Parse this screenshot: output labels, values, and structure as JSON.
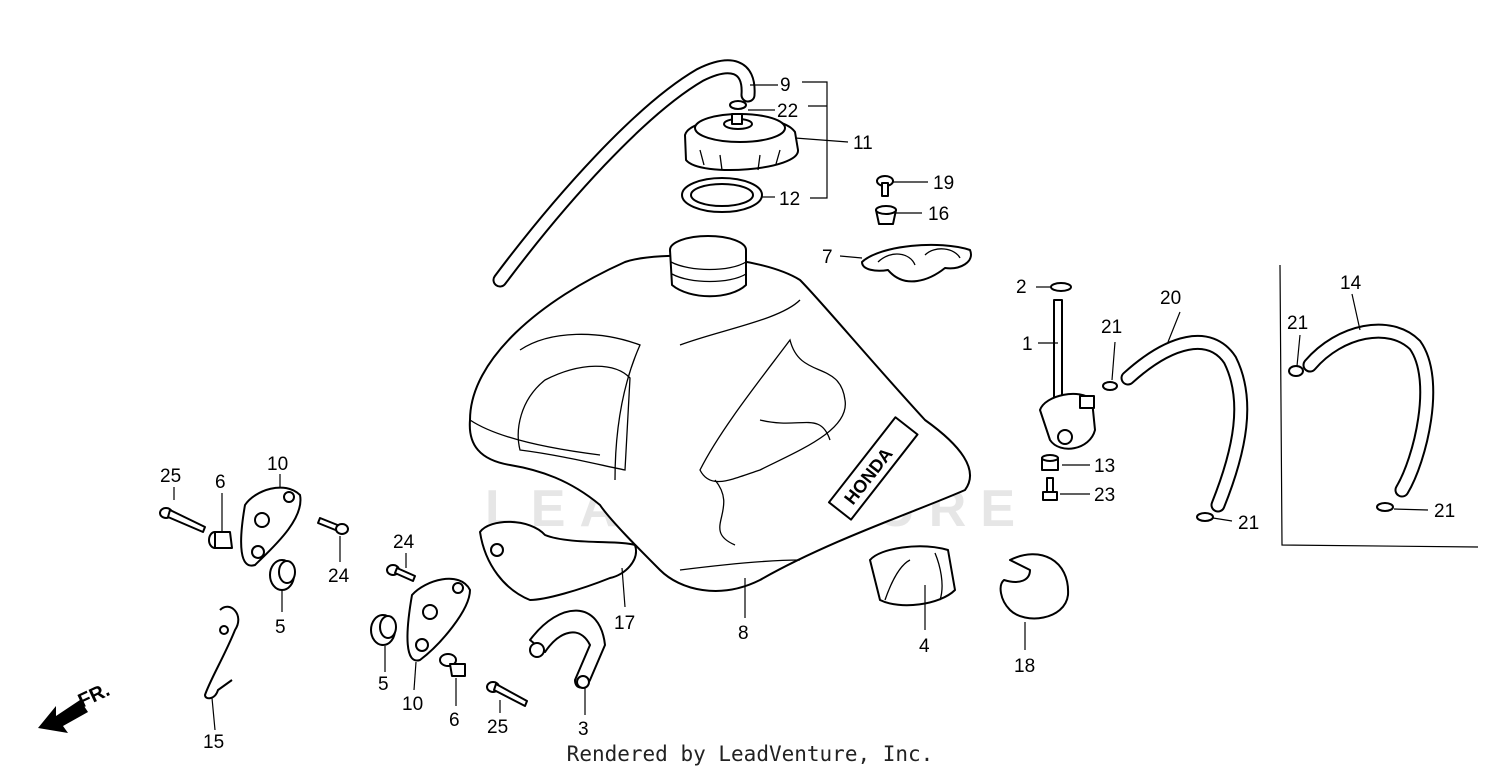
{
  "watermark": "LEADVENTURE",
  "footer": "Rendered by LeadVenture, Inc.",
  "direction_label": "FR.",
  "tank_decal_text": "HONDA",
  "callouts": {
    "c1": "1",
    "c2": "2",
    "c3": "3",
    "c4": "4",
    "c5a": "5",
    "c5b": "5",
    "c6a": "6",
    "c6b": "6",
    "c7": "7",
    "c8": "8",
    "c9": "9",
    "c10a": "10",
    "c10b": "10",
    "c11": "11",
    "c12": "12",
    "c13": "13",
    "c14": "14",
    "c15": "15",
    "c16": "16",
    "c17": "17",
    "c18": "18",
    "c19": "19",
    "c20": "20",
    "c21a": "21",
    "c21b": "21",
    "c21c": "21",
    "c21d": "21",
    "c22": "22",
    "c23": "23",
    "c24a": "24",
    "c24b": "24",
    "c25a": "25",
    "c25b": "25"
  }
}
